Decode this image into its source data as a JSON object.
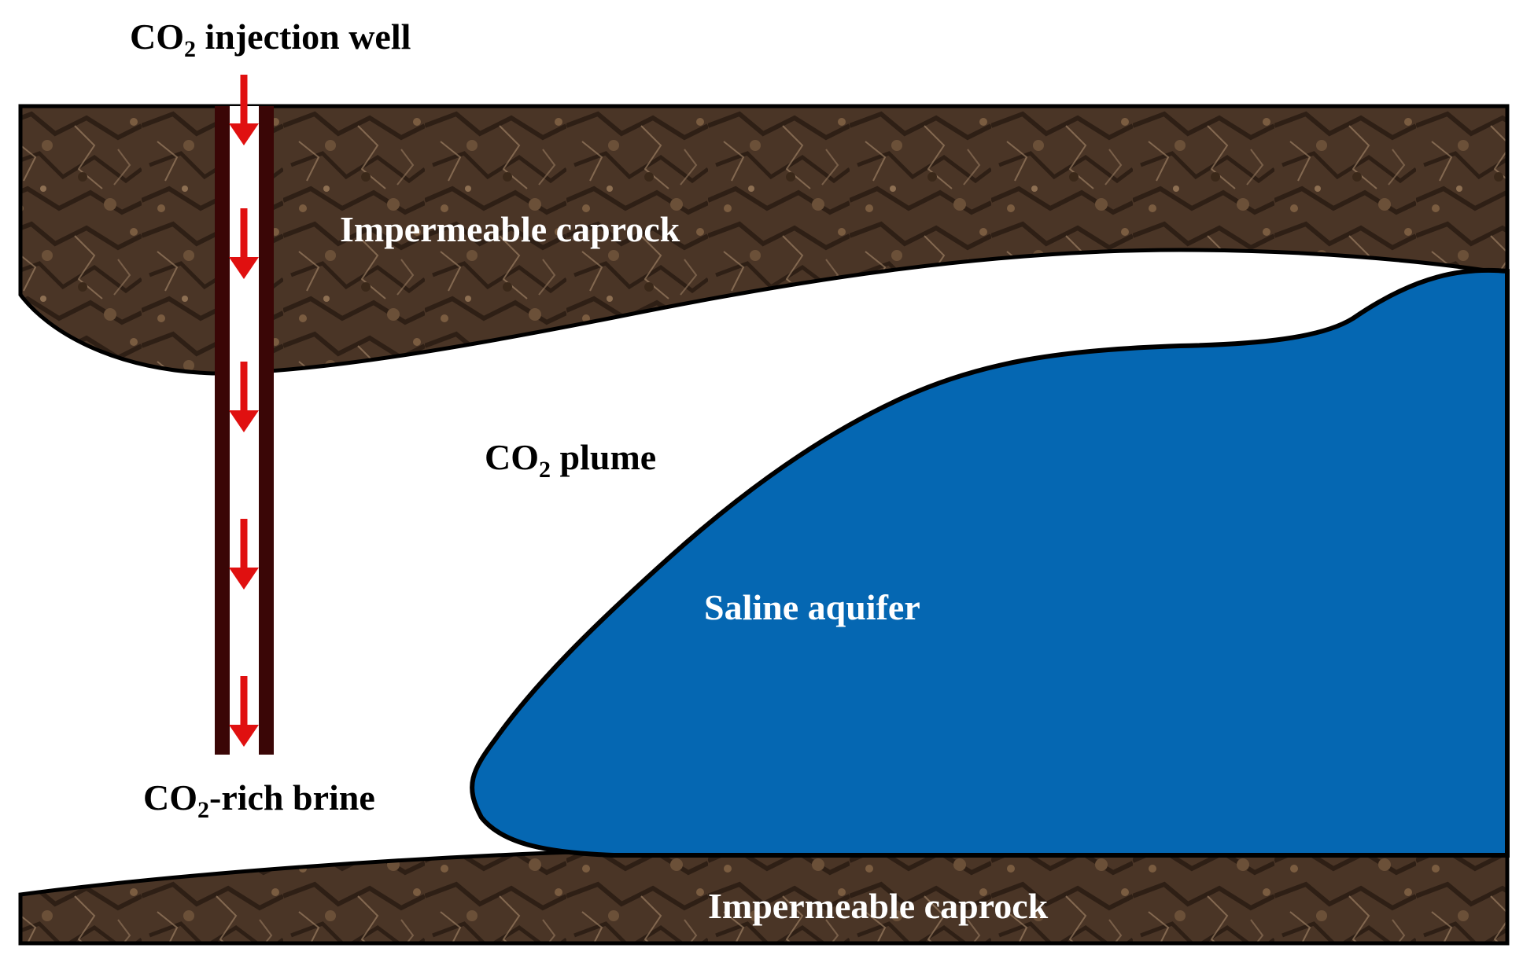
{
  "labels": {
    "injection_well": {
      "base": "CO",
      "sub": "2",
      "rest": " injection well"
    },
    "caprock_top": "Impermeable caprock",
    "plume": {
      "base": "CO",
      "sub": "2",
      "rest": " plume"
    },
    "aquifer": "Saline aquifer",
    "brine": {
      "base": "CO",
      "sub": "2",
      "rest": "-rich brine"
    },
    "caprock_bottom": "Impermeable caprock"
  },
  "colors": {
    "rock_base": "#4a3526",
    "rock_dark": "#2e1f15",
    "rock_light": "#a88a6c",
    "aquifer": "#0567b2",
    "well_tube": "#3a0606",
    "well_core": "#ffffff",
    "arrow": "#e01010",
    "outline": "#000000"
  },
  "well": {
    "arrow_count": 5
  }
}
